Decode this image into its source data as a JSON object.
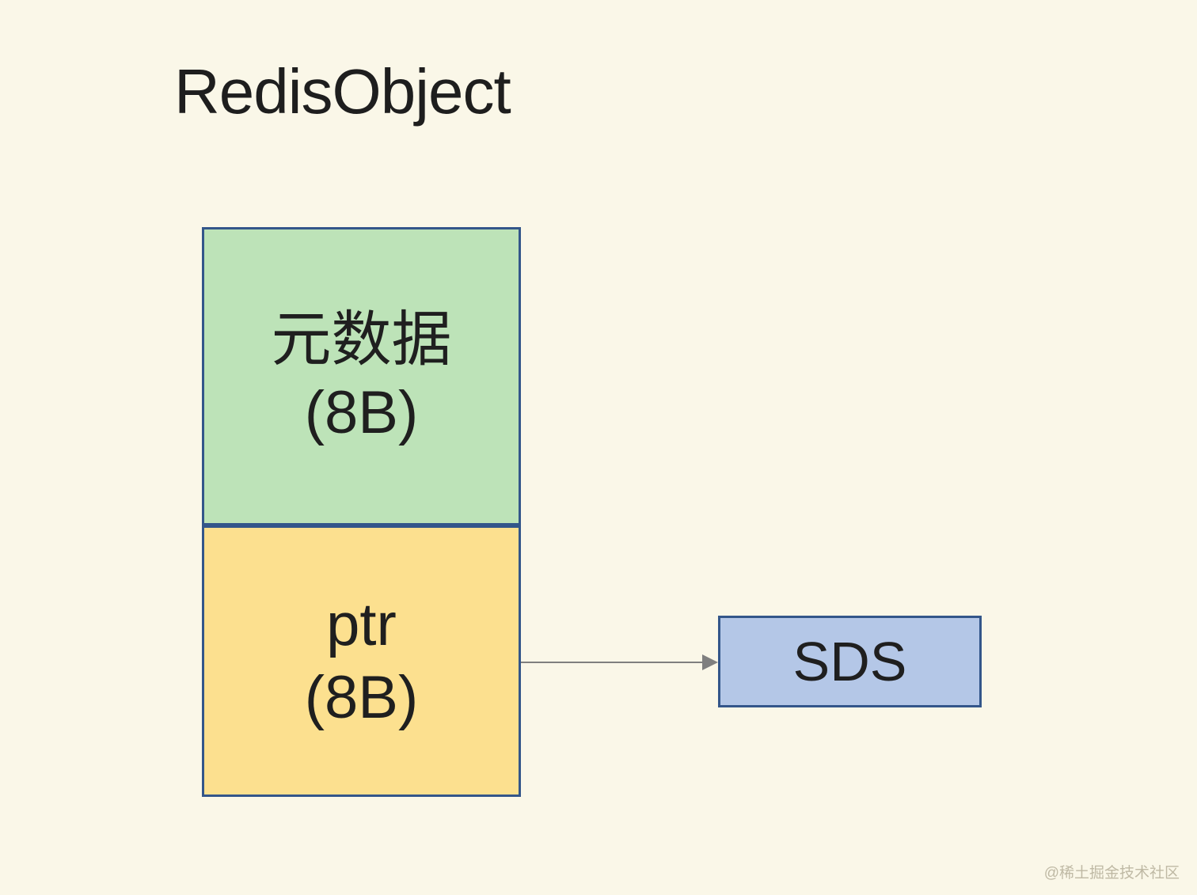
{
  "colors": {
    "background": "#FAF7E8",
    "box_border": "#33568A",
    "metadata_fill": "#BDE3B8",
    "ptr_fill": "#FCE08F",
    "sds_fill": "#B4C7E7",
    "arrow": "#7F7F7F",
    "text": "#1F1F1F",
    "watermark_text_color": "#B5AF99"
  },
  "header": {
    "title": "RedisObject"
  },
  "diagram": {
    "metadata_box": {
      "name": "元数据",
      "size": "(8B)"
    },
    "ptr_box": {
      "name": "ptr",
      "size": "(8B)"
    },
    "arrow": {
      "from": "ptr_box",
      "to": "sds_box",
      "direction": "right"
    },
    "sds_box": {
      "label": "SDS"
    }
  },
  "footer": {
    "watermark": "@稀土掘金技术社区"
  }
}
